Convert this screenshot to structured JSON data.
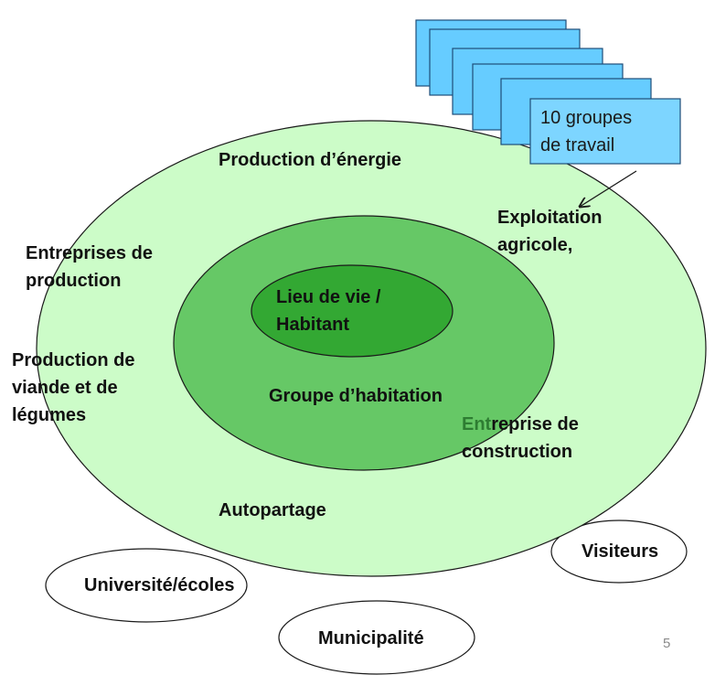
{
  "colors": {
    "outer_ring": "#ccfcc8",
    "middle_ring": "#66c866",
    "inner_ring": "#33a833",
    "ring_stroke": "#1a1a1a",
    "stacked_card_fill": "#66ccff",
    "stacked_card_stroke": "#1f4e79",
    "front_card_fill": "#7dd5ff",
    "text_highlight_green": "#2e7d32"
  },
  "work_groups": {
    "label": "10 groupes\nde travail",
    "stacked_cards": 6,
    "arrow_target": "Exploitation agricole,"
  },
  "center": {
    "inner_label": "Lieu de vie /\nHabitant",
    "middle_label": "Groupe d’habitation"
  },
  "outer_labels": {
    "energy": "Production d’énergie",
    "farming": "Exploitation\nagricole,",
    "companies": "Entreprises de\nproduction",
    "food": "Production de\nviande et de\nlégumes",
    "construction_lead": "Ent",
    "construction_rest": "reprise de\nconstruction",
    "carsharing": "Autopartage"
  },
  "external": {
    "university": "Université/écoles",
    "visitors": "Visiteurs",
    "municipality": "Municipalité"
  },
  "page_number": "5"
}
